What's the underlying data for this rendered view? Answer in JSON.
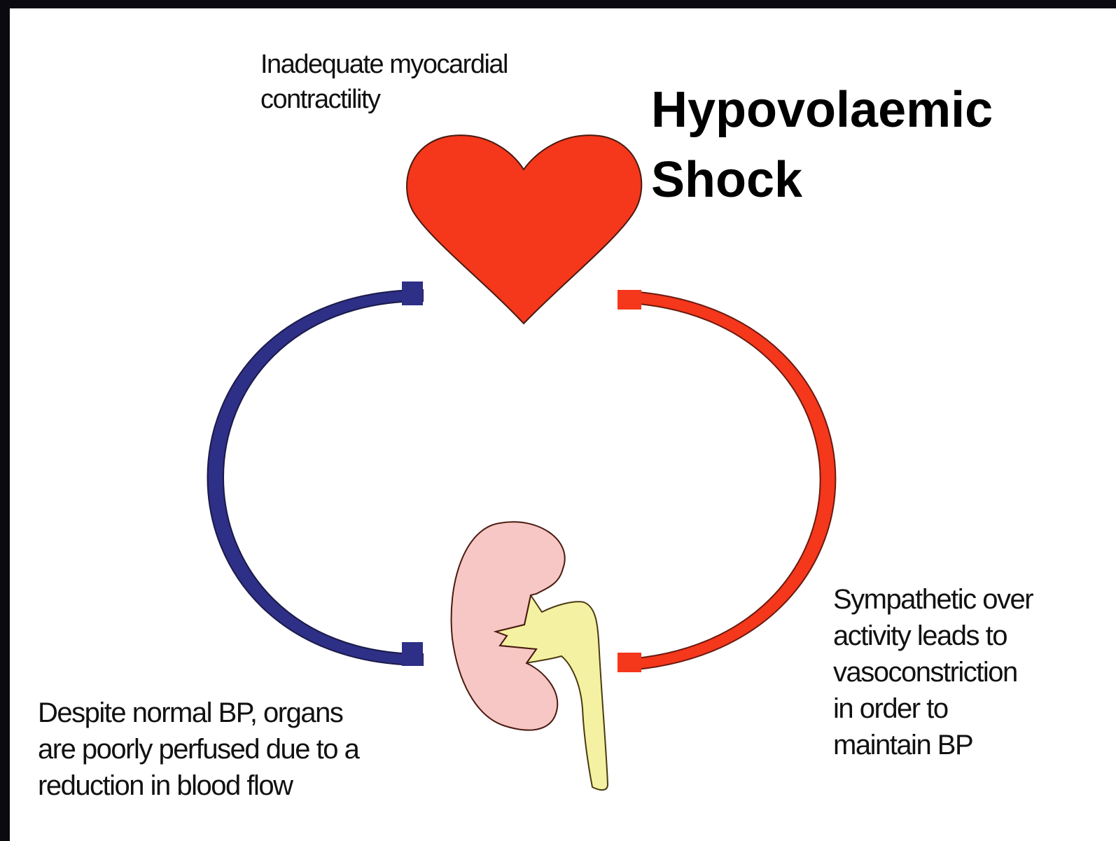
{
  "title": {
    "line1": "Hypovolaemic",
    "line2": "Shock"
  },
  "top_label": {
    "line1": "Inadequate myocardial",
    "line2": "contractility"
  },
  "left_label": {
    "line1": "Despite normal BP, organs",
    "line2": "are poorly perfused due to a",
    "line3": "reduction in blood flow"
  },
  "right_label": {
    "line1": "Sympathetic over",
    "line2": "activity leads to",
    "line3": "vasoconstriction",
    "line4": "in order to",
    "line5": "maintain BP"
  },
  "icons": {
    "heart": "heart-icon",
    "kidney": "kidney-icon",
    "ureter": "ureter-icon"
  },
  "colors": {
    "heart": "#f5371b",
    "arterial_arc": "#f5371b",
    "venous_arc": "#2e2f86",
    "kidney": "#f6c7c4",
    "ureter": "#f4f2a2",
    "outline": "#4a1a10",
    "background": "#ffffff",
    "frame": "#0b0b0b"
  }
}
